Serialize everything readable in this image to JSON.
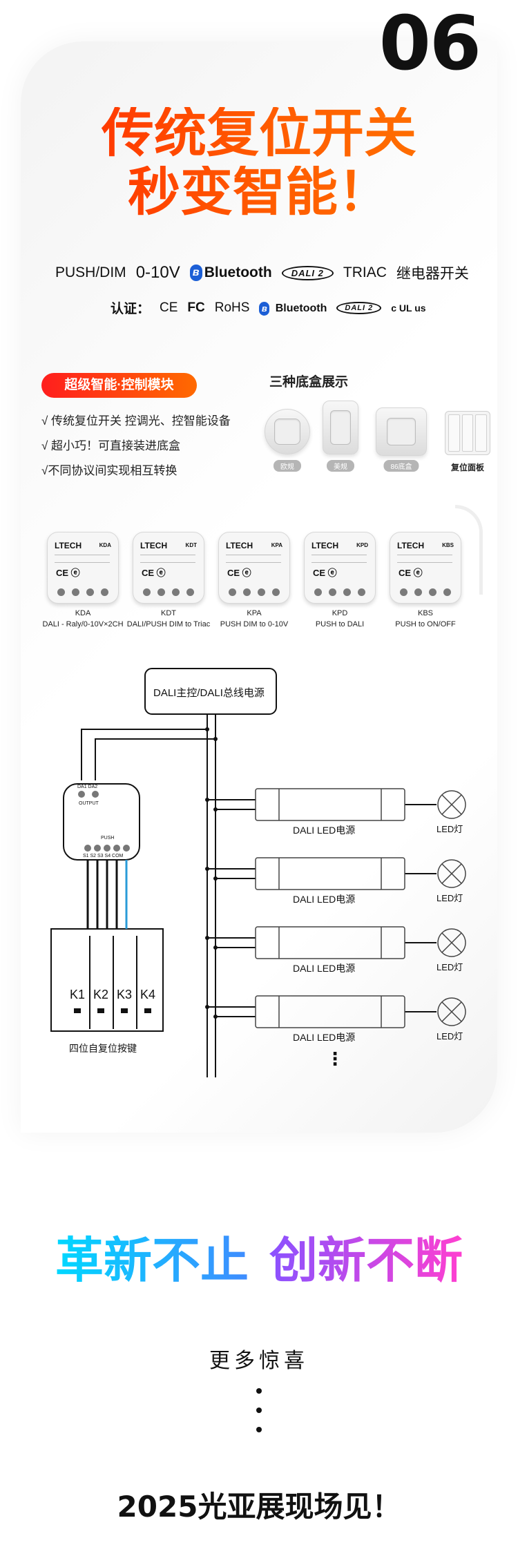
{
  "section_number": "06",
  "headline": {
    "line1": "传统复位开关",
    "line2": "秒变智能！"
  },
  "protocols": {
    "push_dim": "PUSH/DIM",
    "zero_ten": "0-10V",
    "bluetooth": "Bluetooth",
    "dali": "DALI 2",
    "triac": "TRIAC",
    "relay": "继电器开关"
  },
  "certifications": {
    "label": "认证：",
    "ce": "CE",
    "fcc": "FC",
    "rohs": "RoHS",
    "bluetooth": "Bluetooth",
    "dali": "DALI 2",
    "ul": "c UL us"
  },
  "feature_badge": "超级智能·控制模块",
  "features": [
    "√ 传统复位开关 控调光、控智能设备",
    "√ 超小巧！可直接装进底盒",
    "√不同协议间实现相互转换"
  ],
  "box_section": {
    "title": "三种底盒展示",
    "items": [
      "欧规",
      "美规",
      "86底盒",
      "复位面板"
    ]
  },
  "modules": [
    {
      "brand": "LTECH",
      "code": "KDA",
      "name": "KDA",
      "desc": "DALI - Raly/0-10V×2CH"
    },
    {
      "brand": "LTECH",
      "code": "KDT",
      "name": "KDT",
      "desc": "DALI/PUSH DIM to Triac"
    },
    {
      "brand": "LTECH",
      "code": "KPA",
      "name": "KPA",
      "desc": "PUSH DIM to 0-10V"
    },
    {
      "brand": "LTECH",
      "code": "KPD",
      "name": "KPD",
      "desc": "PUSH to DALI"
    },
    {
      "brand": "LTECH",
      "code": "KBS",
      "name": "KBS",
      "desc": "PUSH to ON/OFF"
    }
  ],
  "diagram": {
    "master_label": "DALI主控/DALI总线电源",
    "module_terminals": {
      "top": "DA1 DA2",
      "output": "OUTPUT",
      "push": "PUSH",
      "bottom": "S1 S2 S3 S4 COM"
    },
    "driver_label": "DALI LED电源",
    "lamp_label": "LED灯",
    "keys": [
      "K1",
      "K2",
      "K3",
      "K4"
    ],
    "panel_label": "四位自复位按键",
    "more_marker": "⋮"
  },
  "slogan": {
    "part1": "革新不止",
    "part2": "创新不断"
  },
  "more_surprises": "更多惊喜",
  "footer": "2025光亚展现场见！"
}
